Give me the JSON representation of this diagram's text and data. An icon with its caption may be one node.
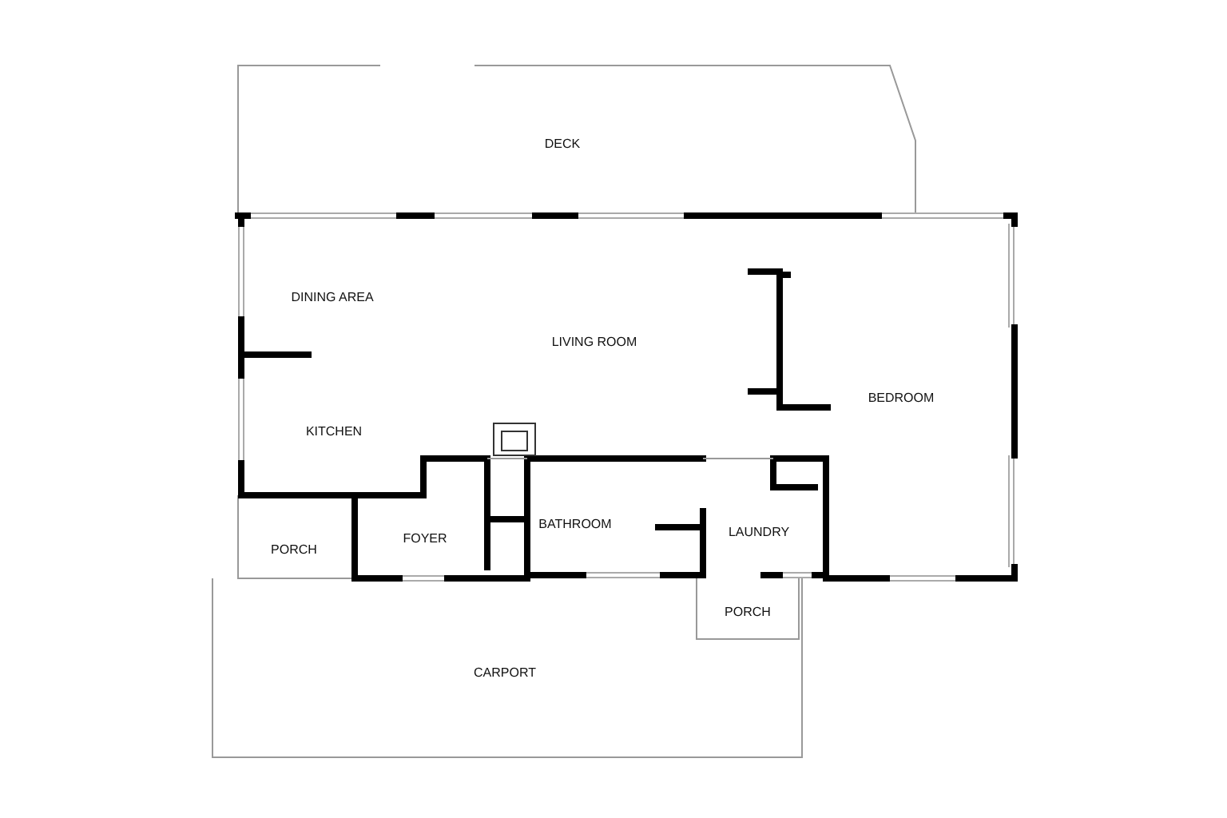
{
  "diagram": {
    "labels": [
      "DECK",
      "DINING AREA",
      "LIVING ROOM",
      "BEDROOM",
      "KITCHEN",
      "BATHROOM",
      "LAUNDRY",
      "FOYER",
      "PORCH",
      "PORCH",
      "CARPORT"
    ]
  }
}
